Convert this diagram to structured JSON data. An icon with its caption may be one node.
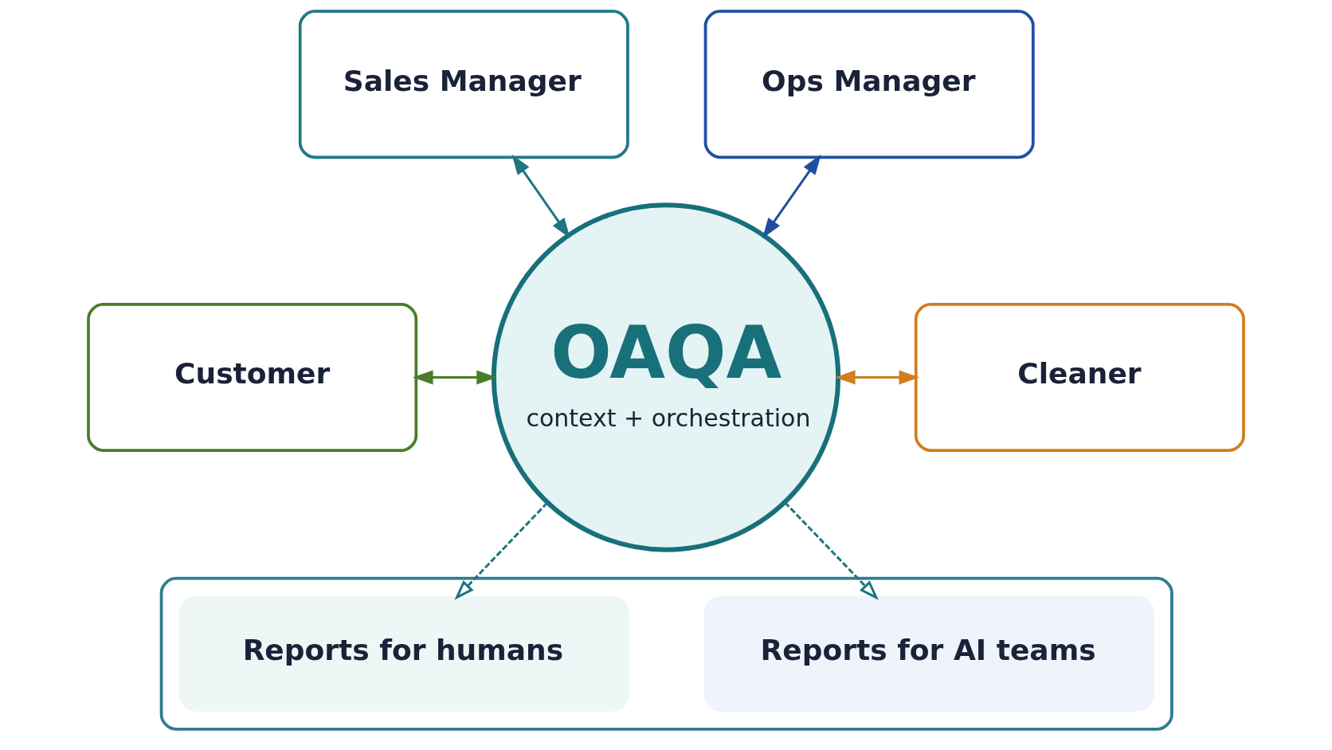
{
  "diagram": {
    "nodes": [
      {
        "text": [
          "Sales Manager"
        ]
      },
      {
        "text": [
          "OAQA",
          "context + orchestration"
        ]
      },
      {
        "text": [
          "Ops Manager"
        ]
      },
      {
        "text": [
          "Customer"
        ]
      },
      {
        "text": [
          "Cleaner"
        ]
      },
      {
        "text": [],
        "shape": "box"
      },
      {
        "text": [
          "Reports for humans"
        ],
        "in": 5
      },
      {
        "text": [
          "Reports for AI teams"
        ],
        "in": 5
      }
    ],
    "edges": [
      {
        "from": 0,
        "to": 1,
        "arrow": "both",
        "color": "#1f7580"
      },
      {
        "from": 2,
        "to": 1,
        "arrow": "both",
        "color": "#1f4fa0"
      },
      {
        "from": 3,
        "to": 1,
        "arrow": "both",
        "color": "#4a7d2a"
      },
      {
        "from": 1,
        "to": 4,
        "arrow": "both",
        "color": "#d27d1f"
      },
      {
        "from": 1,
        "to": 6,
        "arrow": "to",
        "style": "dashed",
        "color": "#1f7580"
      },
      {
        "from": 1,
        "to": 7,
        "arrow": "to",
        "style": "dashed",
        "color": "#1f7580"
      }
    ]
  }
}
